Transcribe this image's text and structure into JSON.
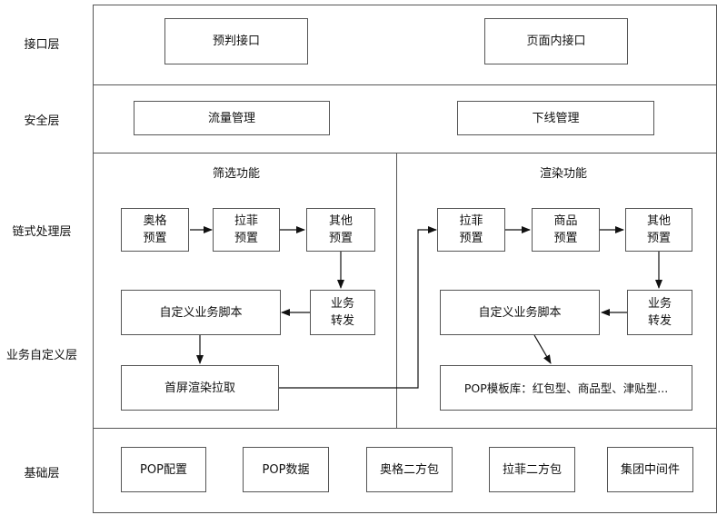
{
  "layers": {
    "interface": "接口层",
    "security": "安全层",
    "chain": "链式处理层",
    "custom": "业务自定义层",
    "base": "基础层"
  },
  "interface": {
    "predict": "预判接口",
    "page": "页面内接口"
  },
  "security": {
    "flow": "流量管理",
    "offline": "下线管理"
  },
  "filter": {
    "title": "筛选功能",
    "ali_line1": "奥格",
    "ali_line2": "预置",
    "lafei_line1": "拉菲",
    "lafei_line2": "预置",
    "other_line1": "其他",
    "other_line2": "预置",
    "forward_line1": "业务",
    "forward_line2": "转发",
    "script": "自定义业务脚本",
    "firstscreen": "首屏渲染拉取"
  },
  "render": {
    "title": "渲染功能",
    "lafei_line1": "拉菲",
    "lafei_line2": "预置",
    "goods_line1": "商品",
    "goods_line2": "预置",
    "other_line1": "其他",
    "other_line2": "预置",
    "forward_line1": "业务",
    "forward_line2": "转发",
    "script": "自定义业务脚本",
    "template": "POP模板库：红包型、商品型、津贴型..."
  },
  "base": {
    "pop_config": "POP配置",
    "pop_data": "POP数据",
    "ali_pkg": "奥格二方包",
    "lafei_pkg": "拉菲二方包",
    "middleware": "集团中间件"
  }
}
